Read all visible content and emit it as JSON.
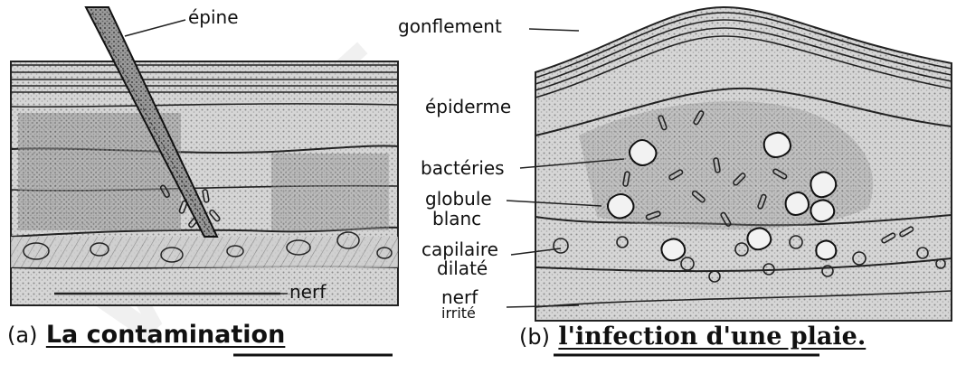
{
  "panel_a": {
    "labels": {
      "spine": "épine",
      "nerve": "nerf"
    },
    "caption": {
      "letter": "(a)",
      "title": "La contamination"
    }
  },
  "panel_b": {
    "labels": {
      "swelling": "gonflement",
      "epidermis": "épiderme",
      "bacteria": "bactéries",
      "white_cell_line1": "globule",
      "white_cell_line2": "blanc",
      "capillary_line1": "capilaire",
      "capillary_line2": "dilaté",
      "nerve_line1": "nerf",
      "nerve_line2": "irrité"
    },
    "caption": {
      "letter": "(b)",
      "title": "l'infection d'une plaie."
    }
  },
  "watermark": "WANT",
  "colors": {
    "ink": "#111111",
    "skin_band": "#d9d9d9",
    "dermis": "#bdbdbd",
    "background": "#ffffff"
  }
}
